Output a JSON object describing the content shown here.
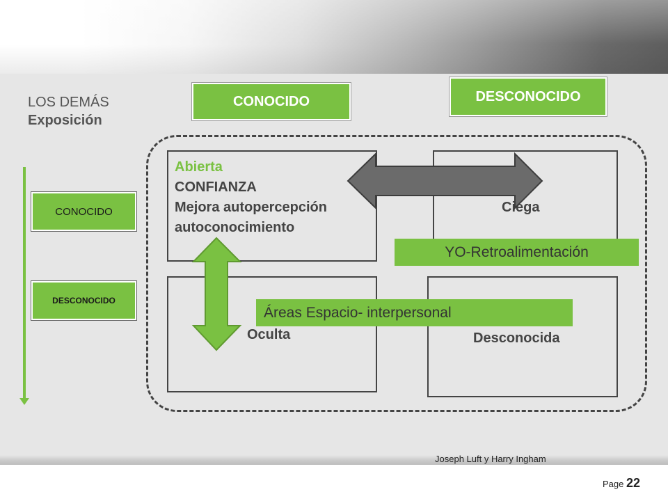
{
  "header": {
    "visible": true
  },
  "others_label": {
    "line1": "LOS DEMÁS",
    "line2": "Exposición"
  },
  "columns": {
    "known": "CONOCIDO",
    "unknown": "DESCONOCIDO"
  },
  "rows": {
    "known": "CONOCIDO",
    "unknown": "DESCONOCIDO"
  },
  "quadrants": {
    "open": {
      "title": "Abierta",
      "line2": "CONFIANZA",
      "line3": "Mejora autopercepción",
      "line4": "autoconocimiento"
    },
    "blind": {
      "title": "Ciega"
    },
    "hidden": {
      "title": "Oculta"
    },
    "unknown": {
      "title": "Desconocida"
    }
  },
  "bands": {
    "feedback": "YO-Retroalimentación",
    "interpersonal": "Áreas Espacio- interpersonal"
  },
  "credit": "Joseph Luft y Harry Ingham",
  "page": {
    "label": "Page",
    "number": "22"
  },
  "colors": {
    "green": "#7ac142",
    "dark_arrow": "#6b6b6b",
    "open_title": "#7ac142"
  }
}
